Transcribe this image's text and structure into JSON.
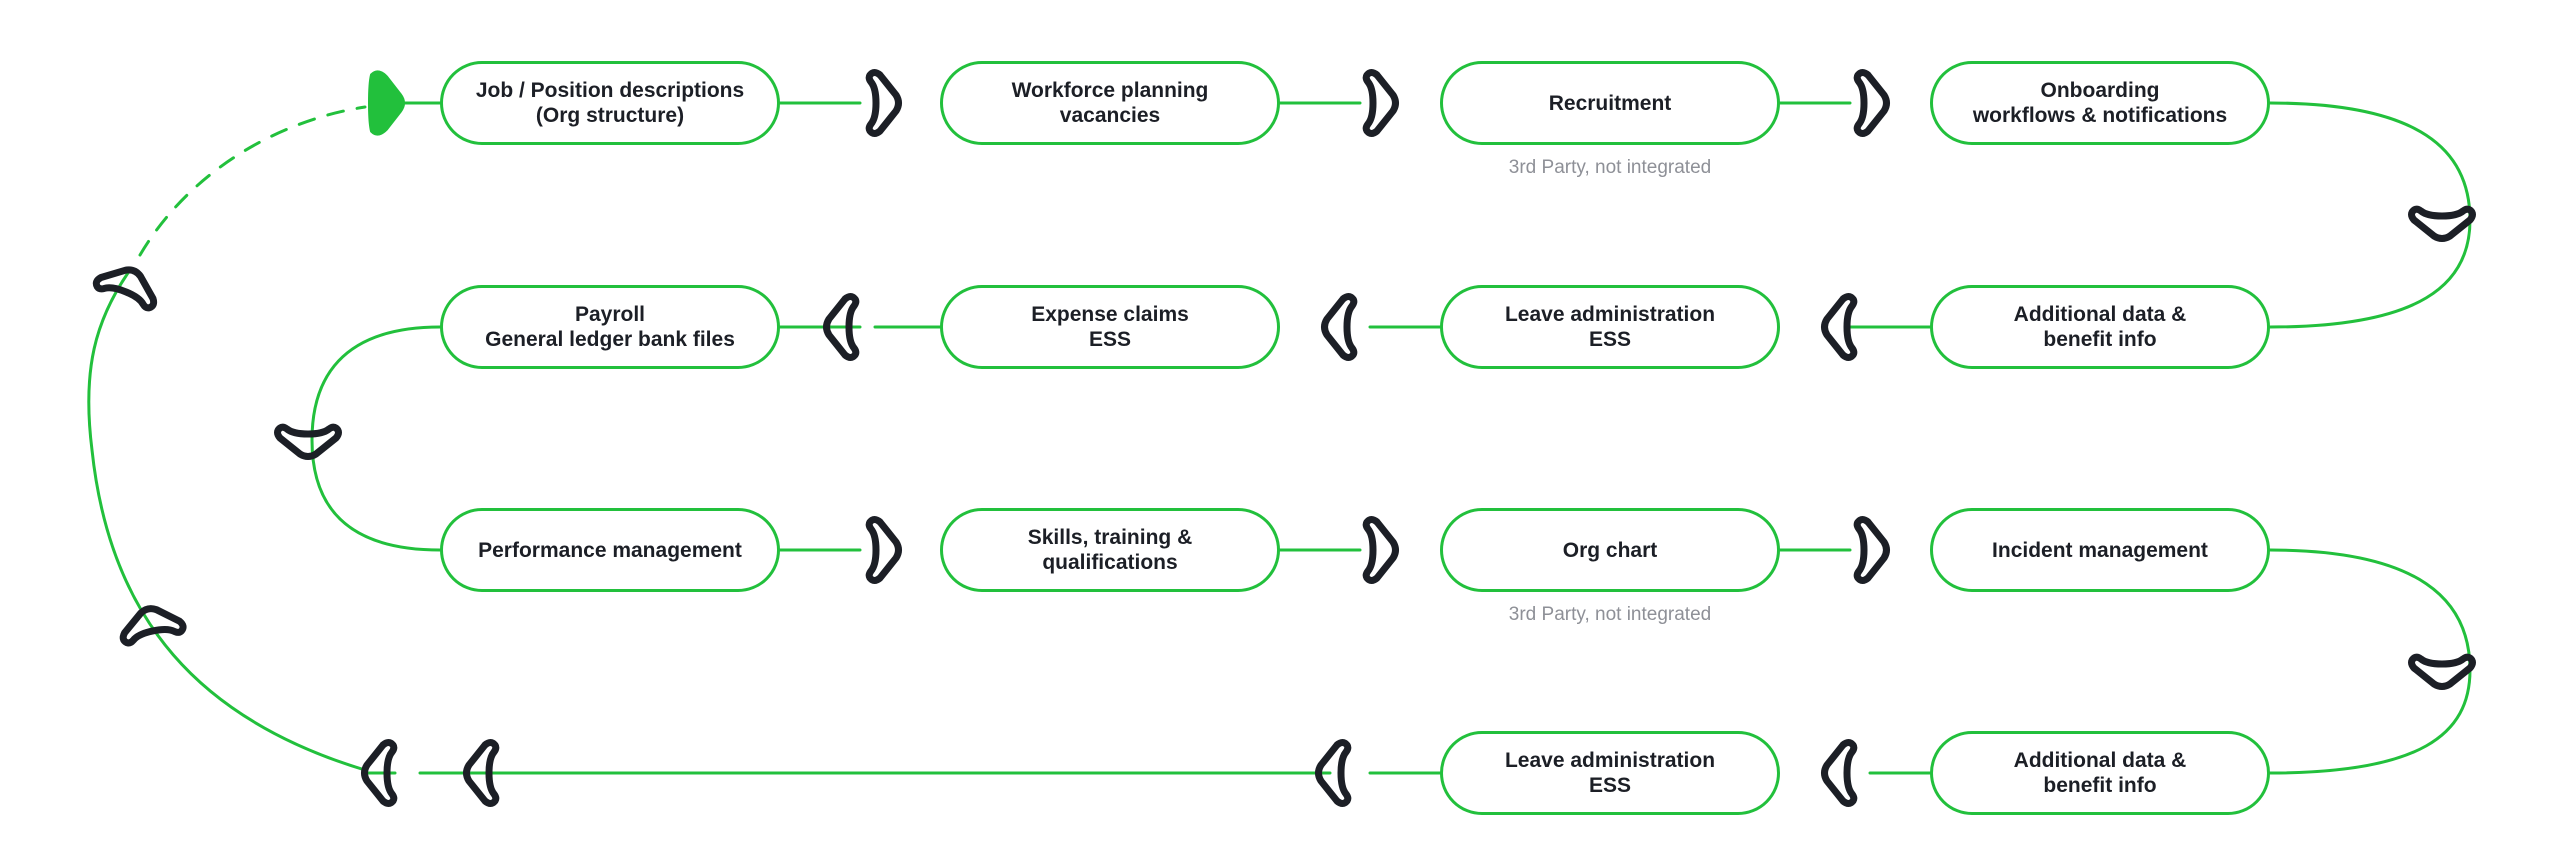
{
  "colors": {
    "line": "#22c03c",
    "arrow": "#1c1f26",
    "start_marker": "#22c03c",
    "note_text": "#8e9097"
  },
  "nodes": [
    {
      "id": "job-position-descriptions",
      "lines": [
        "Job / Position descriptions",
        "(Org structure)"
      ]
    },
    {
      "id": "workforce-planning",
      "lines": [
        "Workforce planning",
        "vacancies"
      ]
    },
    {
      "id": "recruitment",
      "lines": [
        "Recruitment"
      ],
      "note": "3rd Party, not integrated"
    },
    {
      "id": "onboarding",
      "lines": [
        "Onboarding",
        "workflows & notifications"
      ]
    },
    {
      "id": "additional-data-1",
      "lines": [
        "Additional data &",
        "benefit info"
      ]
    },
    {
      "id": "leave-administration-1",
      "lines": [
        "Leave administration",
        "ESS"
      ]
    },
    {
      "id": "expense-claims",
      "lines": [
        "Expense claims",
        "ESS"
      ]
    },
    {
      "id": "payroll",
      "lines": [
        "Payroll",
        "General ledger bank files"
      ]
    },
    {
      "id": "performance-management",
      "lines": [
        "Performance management"
      ]
    },
    {
      "id": "skills-training",
      "lines": [
        "Skills, training &",
        "qualifications"
      ]
    },
    {
      "id": "org-chart",
      "lines": [
        "Org chart"
      ],
      "note": "3rd Party, not integrated"
    },
    {
      "id": "incident-management",
      "lines": [
        "Incident management"
      ]
    },
    {
      "id": "additional-data-2",
      "lines": [
        "Additional data &",
        "benefit info"
      ]
    },
    {
      "id": "leave-administration-2",
      "lines": [
        "Leave administration",
        "ESS"
      ]
    }
  ],
  "arrow_icons": [
    "chevron-right-icon",
    "chevron-left-icon",
    "chevron-down-icon",
    "chevron-up-icon"
  ],
  "start_marker_icon": "start-triangle-icon"
}
